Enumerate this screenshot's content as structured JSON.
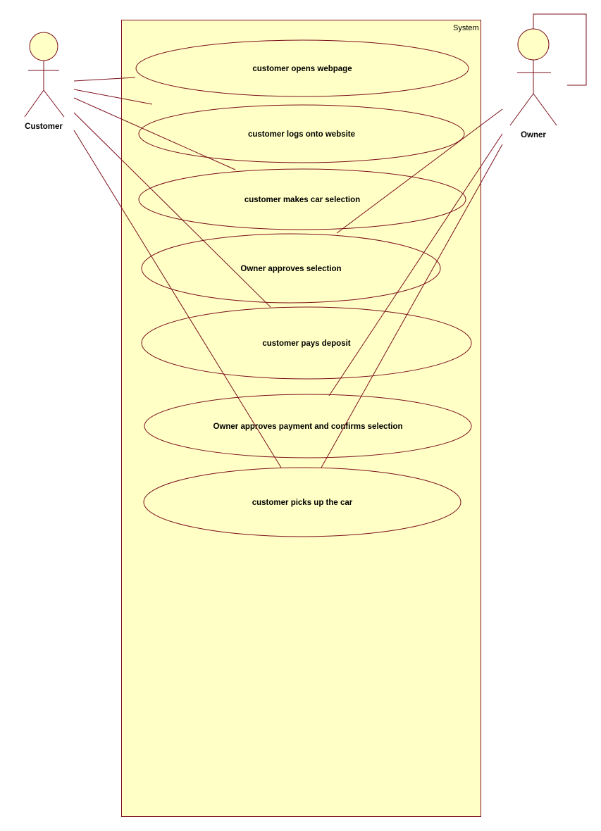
{
  "colors": {
    "fill": "#ffffc6",
    "stroke": "#7b0f1c",
    "text": "#000000",
    "background": "#ffffff"
  },
  "system": {
    "label": "System"
  },
  "actors": [
    {
      "id": "customer",
      "label": "Customer"
    },
    {
      "id": "owner",
      "label": "Owner"
    }
  ],
  "use_cases": [
    {
      "id": "uc1",
      "label": "customer opens webpage"
    },
    {
      "id": "uc2",
      "label": "customer logs onto website"
    },
    {
      "id": "uc3",
      "label": "customer makes car selection"
    },
    {
      "id": "uc4",
      "label": "Owner approves selection"
    },
    {
      "id": "uc5",
      "label": "customer pays deposit"
    },
    {
      "id": "uc6",
      "label": "Owner approves payment and confirms selection"
    },
    {
      "id": "uc7",
      "label": "customer picks up the car"
    }
  ],
  "associations": [
    {
      "from": "customer",
      "to": "uc1"
    },
    {
      "from": "customer",
      "to": "uc2"
    },
    {
      "from": "customer",
      "to": "uc3"
    },
    {
      "from": "customer",
      "to": "uc5"
    },
    {
      "from": "customer",
      "to": "uc7"
    },
    {
      "from": "owner",
      "to": "uc4"
    },
    {
      "from": "owner",
      "to": "uc6"
    },
    {
      "from": "owner",
      "to": "uc7"
    },
    {
      "from": "owner",
      "to": "owner"
    }
  ]
}
